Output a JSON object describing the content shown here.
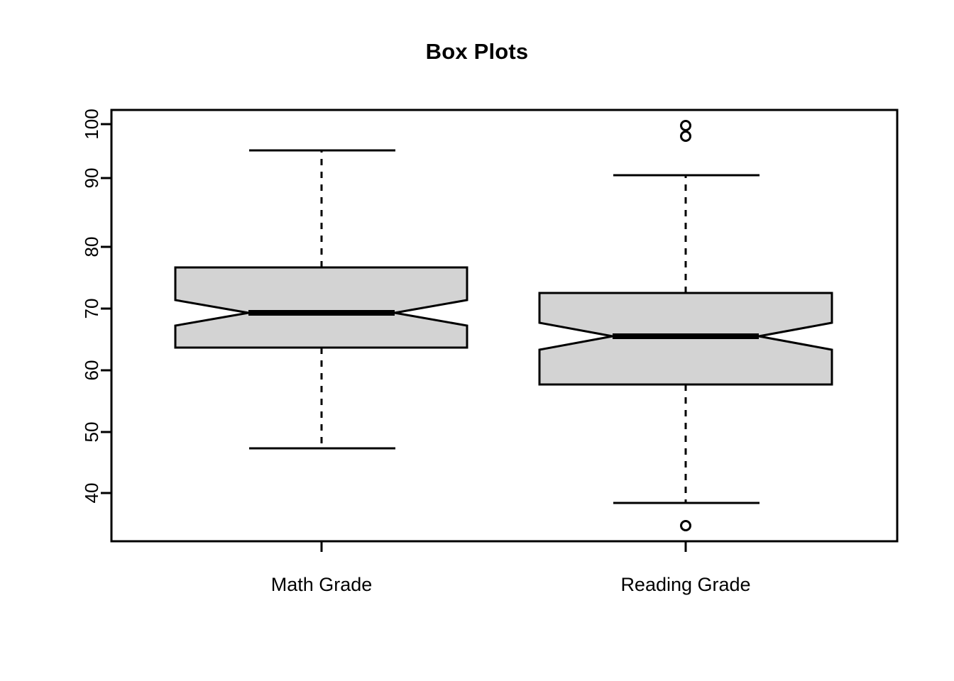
{
  "chart_data": {
    "type": "box",
    "title": "Box Plots",
    "xlabel": "",
    "ylabel": "",
    "ylim": [
      33,
      101
    ],
    "grid": false,
    "legend": "none",
    "y_ticks": [
      40,
      50,
      60,
      70,
      80,
      90,
      100
    ],
    "y_tick_labels": [
      "40",
      "50",
      "60",
      "70",
      "80",
      "90",
      "100"
    ],
    "y_tick_rotation_deg": -90,
    "categories": [
      "Math Grade",
      "Reading Grade"
    ],
    "notched": true,
    "box_fill_color": "#d3d3d3",
    "box_border_color": "#000000",
    "series": [
      {
        "name": "Math Grade",
        "min_whisker": 47.3,
        "q1": 63.6,
        "median": 69.3,
        "q3": 76.7,
        "max_whisker": 95.7,
        "notch_lower": 66.6,
        "notch_upper": 71.3,
        "outliers": []
      },
      {
        "name": "Reading Grade",
        "min_whisker": 38.4,
        "q1": 57.7,
        "median": 65.5,
        "q3": 72.5,
        "max_whisker": 91.8,
        "notch_lower": 62.9,
        "notch_upper": 67.7,
        "outliers": [
          99.8,
          98.0,
          34.7
        ]
      }
    ]
  },
  "axis": {
    "y_title": "",
    "x_title": ""
  }
}
